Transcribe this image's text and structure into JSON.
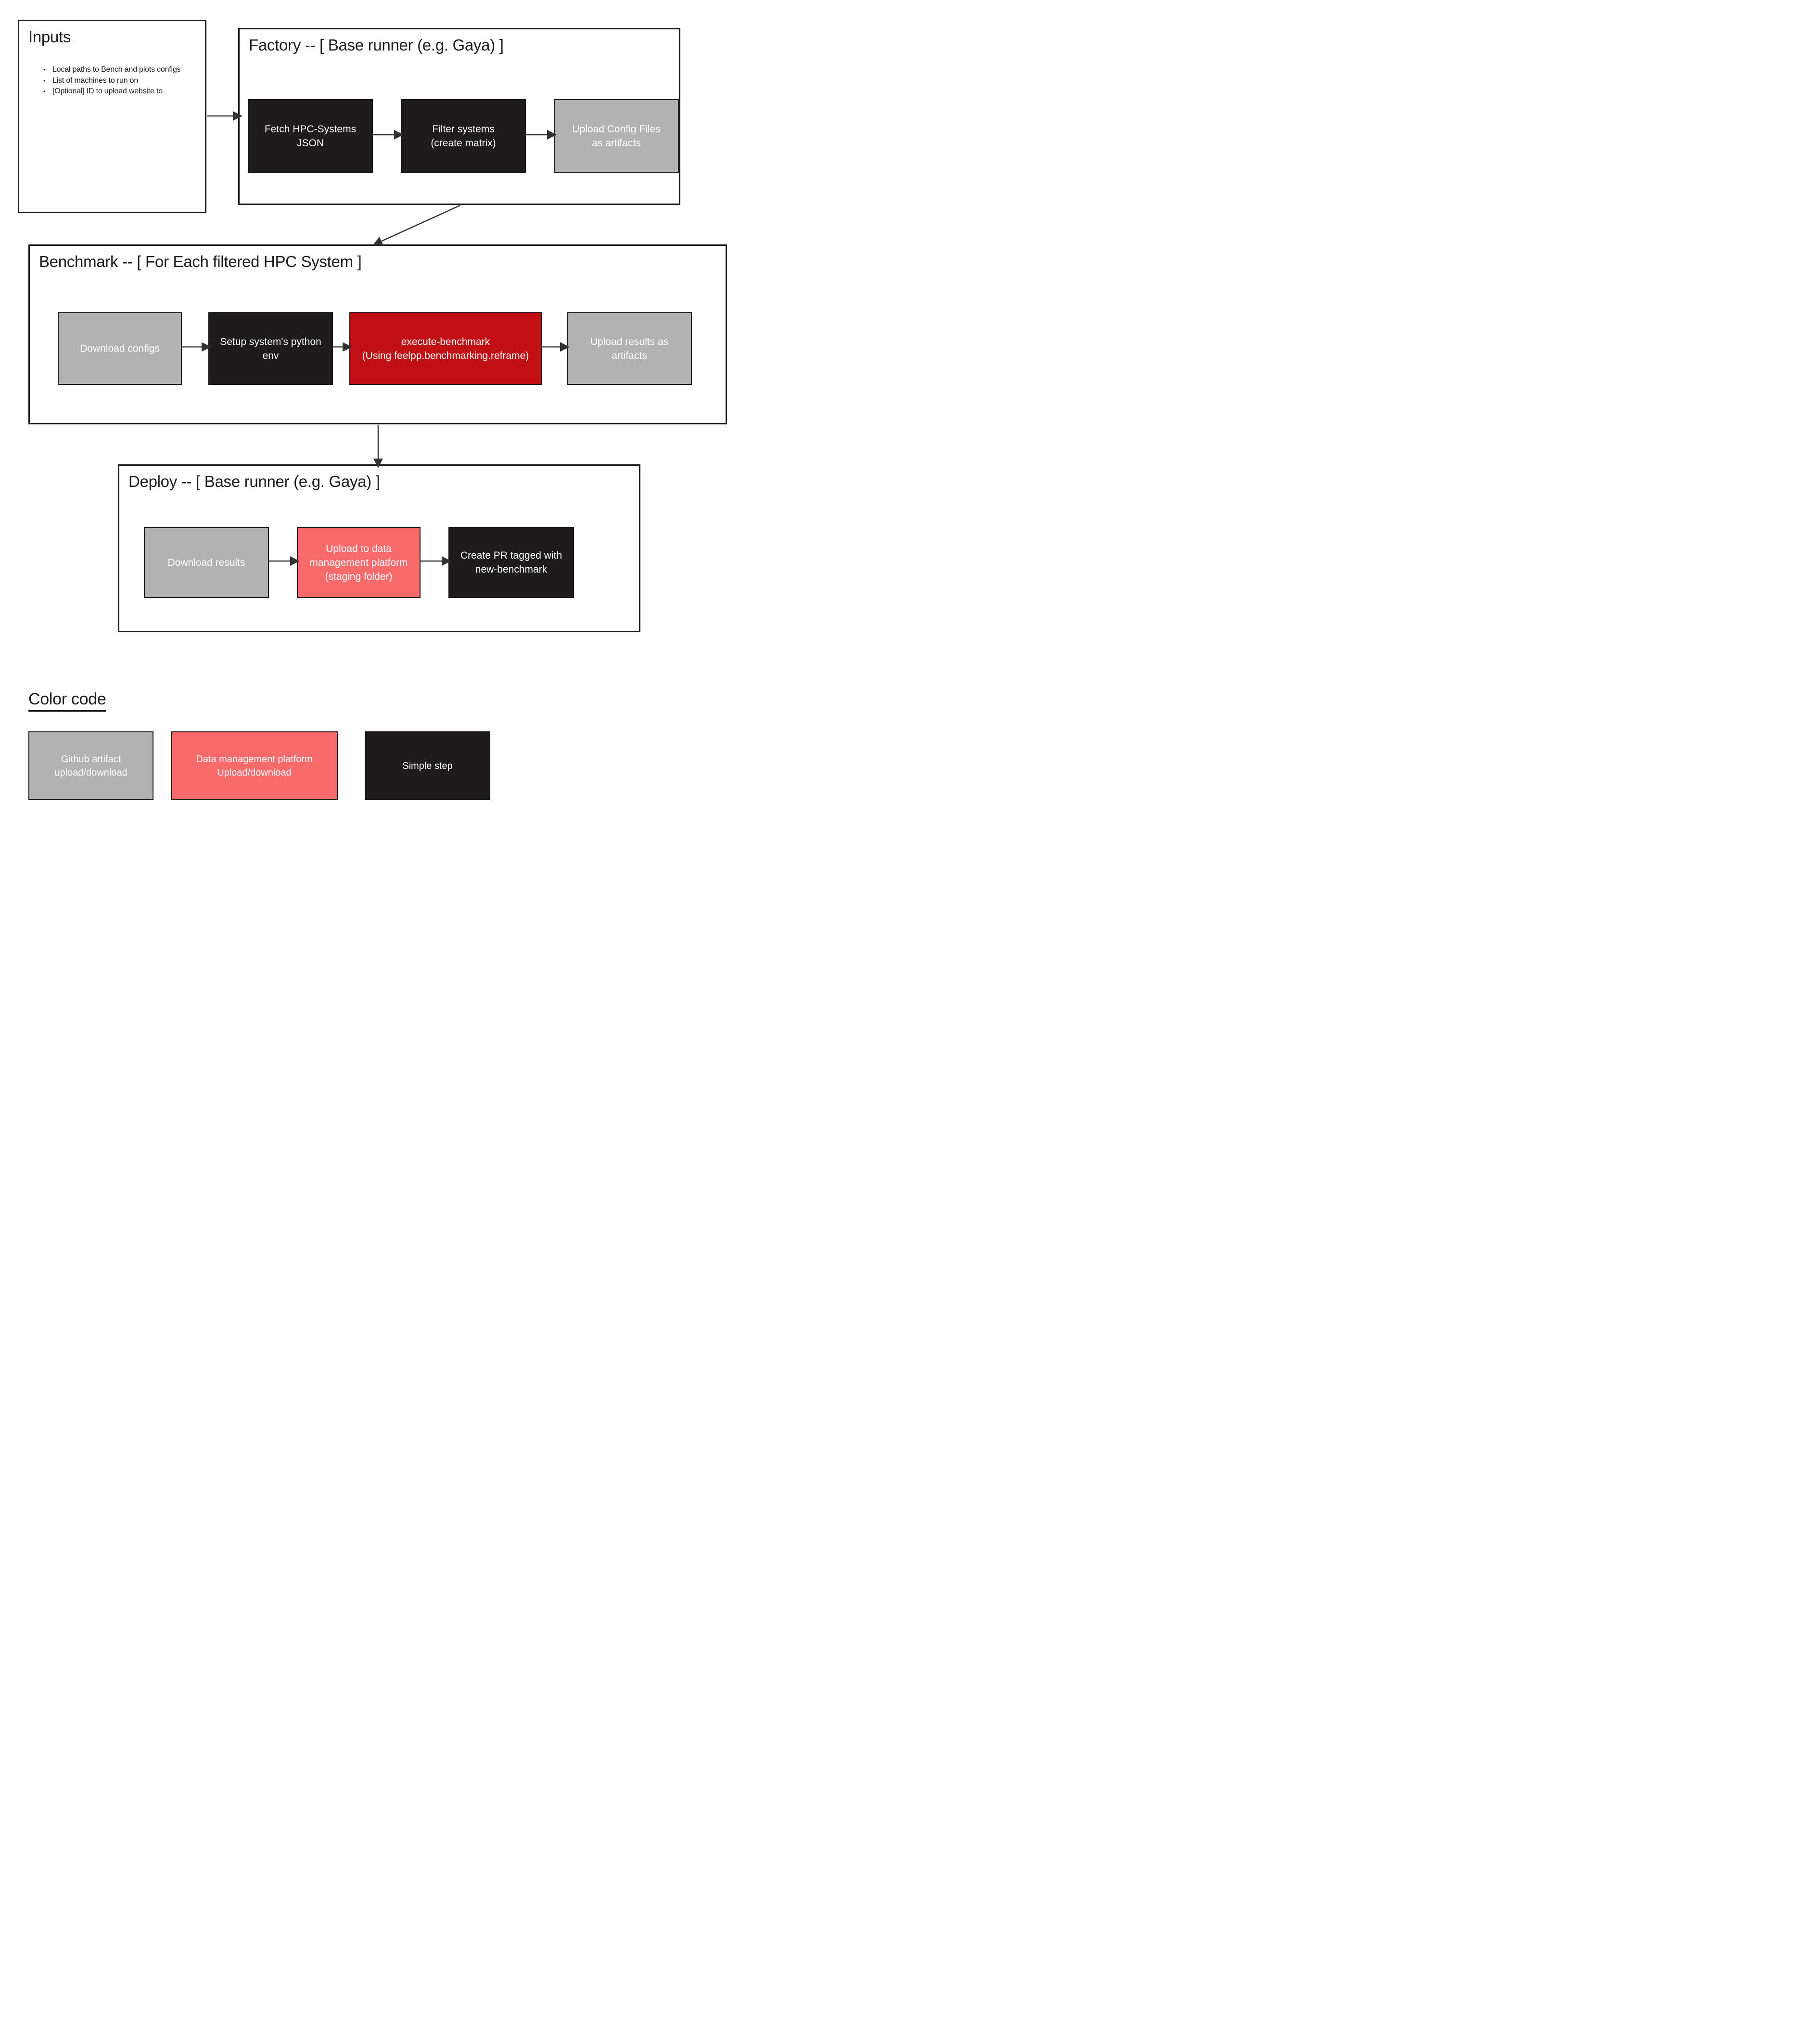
{
  "colors": {
    "page_bg": "#ffffff",
    "box_border": "#1a1a1a",
    "step_black": "#1d1b1b",
    "step_gray": "#b2b2b2",
    "step_red": "#c01016",
    "step_coral": "#f96b6b",
    "arrow": "#333333",
    "text_dark": "#1c1c1c",
    "text_light": "#ffffff"
  },
  "inputs": {
    "title": "Inputs",
    "bullets": [
      "Local paths to Bench and plots configs",
      "List of machines to run on",
      "[Optional] ID to upload website to"
    ]
  },
  "factory": {
    "title": "Factory -- [ Base runner (e.g. Gaya) ]",
    "steps": [
      {
        "label": "Fetch HPC-Systems\nJSON",
        "type": "black"
      },
      {
        "label": "Filter systems\n(create matrix)",
        "type": "black"
      },
      {
        "label": "Upload Config Files\nas artifacts",
        "type": "gray"
      }
    ]
  },
  "benchmark": {
    "title": "Benchmark -- [ For Each filtered HPC System ]",
    "steps": [
      {
        "label": "Download configs",
        "type": "gray"
      },
      {
        "label": "Setup system's python\nenv",
        "type": "black"
      },
      {
        "label": "execute-benchmark\n(Using feelpp.benchmarking.reframe)",
        "type": "red"
      },
      {
        "label": "Upload results as\nartifacts",
        "type": "gray"
      }
    ]
  },
  "deploy": {
    "title": "Deploy -- [ Base runner (e.g. Gaya) ]",
    "steps": [
      {
        "label": "Download results",
        "type": "gray"
      },
      {
        "label": "Upload to data\nmanagement platform\n(staging folder)",
        "type": "coral"
      },
      {
        "label": "Create PR tagged with\nnew-benchmark",
        "type": "black"
      }
    ]
  },
  "legend": {
    "title": "Color code",
    "items": [
      {
        "label": "Github artifact\nupload/download",
        "type": "gray"
      },
      {
        "label": "Data management platform\nUpload/download",
        "type": "coral"
      },
      {
        "label": "Simple step",
        "type": "black"
      }
    ]
  }
}
